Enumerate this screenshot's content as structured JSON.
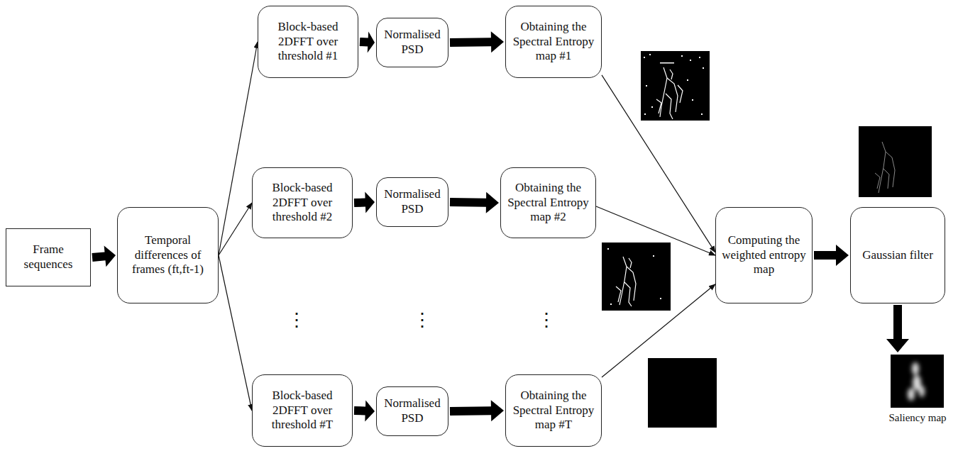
{
  "diagram": {
    "nodes": [
      {
        "text": [
          "Frame sequences"
        ]
      },
      {
        "text": [
          "Temporal differences of frames (ft,ft-1)"
        ]
      },
      {
        "text": [
          "Block-based 2DFFT over threshold #1"
        ]
      },
      {
        "text": [
          "Normalised PSD"
        ]
      },
      {
        "text": [
          "Obtaining the Spectral Entropy map #1"
        ]
      },
      {
        "text": [
          "Block-based 2DFFT over threshold #2"
        ]
      },
      {
        "text": [
          "Normalised PSD"
        ]
      },
      {
        "text": [
          "Obtaining the Spectral Entropy map #2"
        ]
      },
      {
        "text": [
          "Block-based 2DFFT over threshold #T"
        ]
      },
      {
        "text": [
          "Normalised PSD"
        ]
      },
      {
        "text": [
          "Obtaining the Spectral Entropy map #T"
        ]
      },
      {
        "text": [
          "Computing the weighted entropy map"
        ]
      },
      {
        "text": [
          "Gaussian filter"
        ]
      }
    ],
    "edges": [
      {
        "from": 0,
        "to": 1,
        "arrow": "to"
      },
      {
        "from": 1,
        "to": 2,
        "arrow": "to"
      },
      {
        "from": 1,
        "to": 5,
        "arrow": "to"
      },
      {
        "from": 1,
        "to": 8,
        "arrow": "to"
      },
      {
        "from": 2,
        "to": 3,
        "arrow": "to"
      },
      {
        "from": 3,
        "to": 4,
        "arrow": "to"
      },
      {
        "from": 5,
        "to": 6,
        "arrow": "to"
      },
      {
        "from": 6,
        "to": 7,
        "arrow": "to"
      },
      {
        "from": 8,
        "to": 9,
        "arrow": "to"
      },
      {
        "from": 9,
        "to": 10,
        "arrow": "to"
      },
      {
        "from": 4,
        "to": 11,
        "arrow": "to"
      },
      {
        "from": 7,
        "to": 11,
        "arrow": "to"
      },
      {
        "from": 10,
        "to": 11,
        "arrow": "to"
      },
      {
        "from": 11,
        "to": 12,
        "arrow": "to"
      }
    ],
    "labels": [
      "⋮",
      "⋮",
      "⋮",
      "Saliency map"
    ]
  }
}
